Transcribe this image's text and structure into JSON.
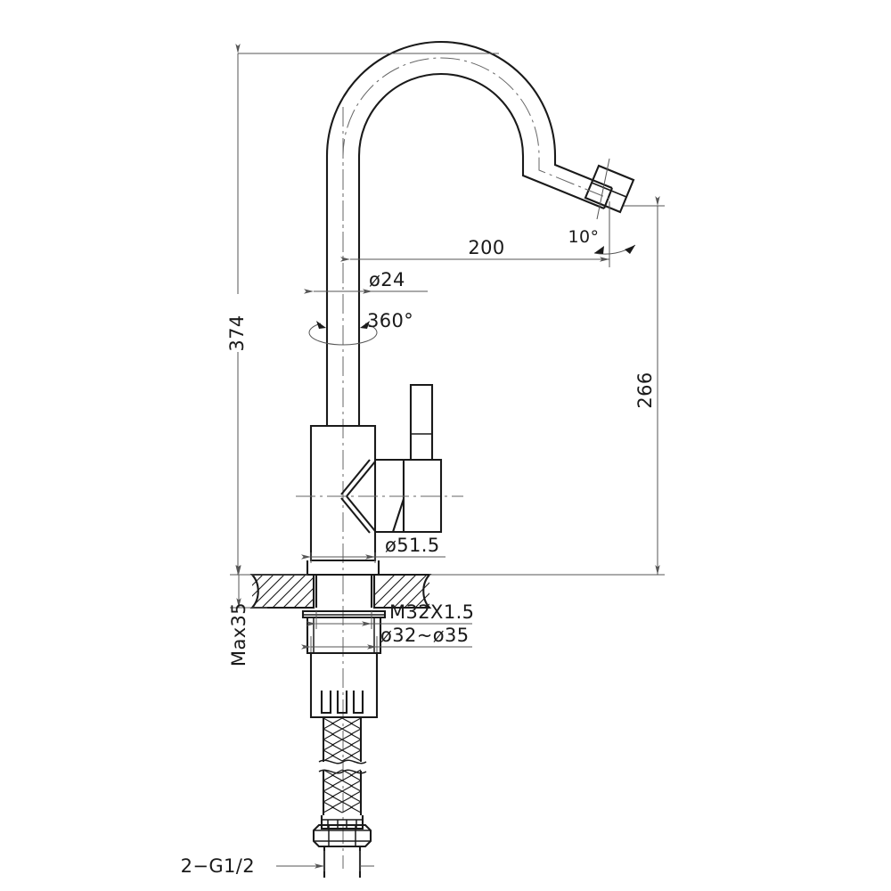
{
  "drawing": {
    "title": "Kitchen mixer tap dimensional drawing",
    "units": "mm",
    "line_color": "#1a1a1a",
    "dim_color": "#555555"
  },
  "dimensions": {
    "total_height": "374",
    "spout_reach": "200",
    "spout_height": "266",
    "tube_diameter": "ø24",
    "body_diameter": "ø51.5",
    "rotation": "360°",
    "outlet_angle": "10°",
    "counter_thickness": "Max35",
    "thread": "M32X1.5",
    "hole_diameter": "ø32~ø35",
    "inlet_thread": "2−G1/2"
  },
  "labels": [
    {
      "id": "height-374",
      "text": "374",
      "rotated": true
    },
    {
      "id": "reach-200",
      "text": "200",
      "rotated": false
    },
    {
      "id": "spout-height-266",
      "text": "266",
      "rotated": true
    },
    {
      "id": "tube-dia",
      "text": "ø24",
      "rotated": false
    },
    {
      "id": "rotation-360",
      "text": "360°",
      "rotated": false
    },
    {
      "id": "outlet-angle-10",
      "text": "10°",
      "rotated": false
    },
    {
      "id": "body-dia",
      "text": "ø51.5",
      "rotated": false
    },
    {
      "id": "counter-max35",
      "text": "Max35",
      "rotated": true
    },
    {
      "id": "thread-m32",
      "text": "M32X1.5",
      "rotated": false
    },
    {
      "id": "hole-dia",
      "text": "ø32~ø35",
      "rotated": false
    },
    {
      "id": "inlet-g12",
      "text": "2−G1/2",
      "rotated": false
    }
  ]
}
